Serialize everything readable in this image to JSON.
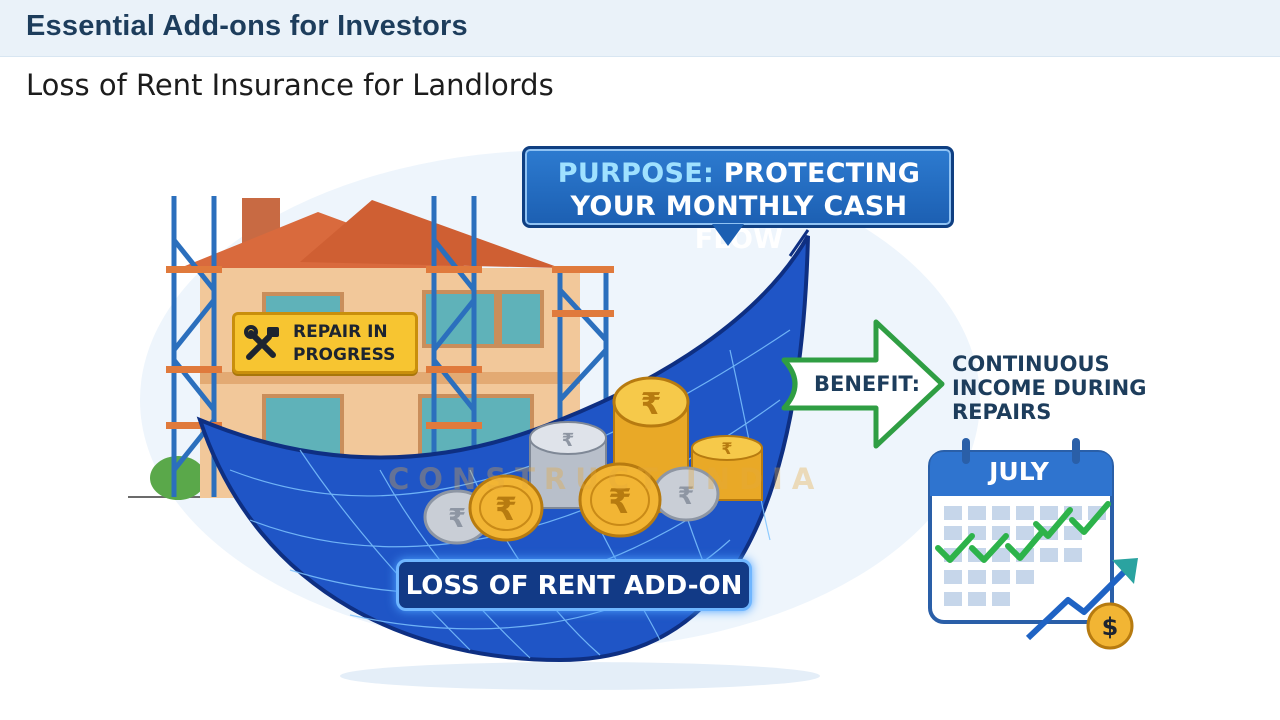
{
  "header": {
    "title": "Essential Add-ons for Investors"
  },
  "subtitle": "Loss of Rent Insurance for Landlords",
  "sign": {
    "text": "REPAIR IN PROGRESS"
  },
  "purpose": {
    "lead": "PURPOSE:",
    "text": "PROTECTING YOUR MONTHLY CASH FLOW"
  },
  "addon": {
    "label": "LOSS OF RENT ADD-ON"
  },
  "benefit": {
    "label": "BENEFIT:",
    "text": "CONTINUOUS INCOME DURING REPAIRS"
  },
  "calendar": {
    "month": "JULY"
  },
  "watermark": {
    "text": "CONSTRUCT INDIA"
  },
  "colors": {
    "accent_blue": "#1c5fb2",
    "sign_yellow": "#f7c531",
    "gold_coin": "#f2b534",
    "check_green": "#2db34a",
    "roof": "#d96a3d"
  },
  "icons": [
    "tools-icon",
    "rupee-coin-icon",
    "benefit-arrow-icon",
    "calendar-icon",
    "growth-arrow-icon",
    "dollar-coin-icon",
    "checkmark-icon"
  ]
}
